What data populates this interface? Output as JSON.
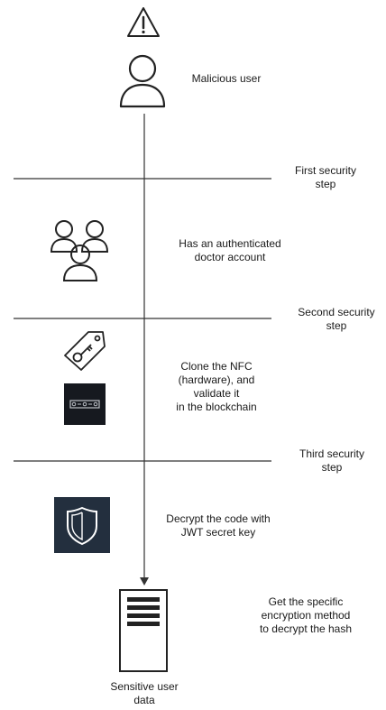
{
  "actors": {
    "malicious_user": "Malicious user"
  },
  "steps": [
    {
      "title_lines": [
        "First security",
        "step"
      ]
    },
    {
      "title_lines": [
        "Second security",
        "step"
      ]
    },
    {
      "title_lines": [
        "Third security",
        "step"
      ]
    }
  ],
  "actions": {
    "authenticated_account": [
      "Has an authenticated",
      "doctor account"
    ],
    "clone_nfc": [
      "Clone the NFC",
      "(hardware), and",
      "validate it",
      "in the blockchain"
    ],
    "decrypt_code": [
      "Decrypt the code with",
      "JWT secret key"
    ],
    "encryption_method": [
      "Get the specific",
      "encryption method",
      "to decrypt the hash"
    ]
  },
  "target": {
    "label_lines": [
      "Sensitive user",
      "data"
    ]
  },
  "icons": {
    "warning": "warning-icon",
    "user": "user-icon",
    "group": "group-icon",
    "key_tag": "key-tag-icon",
    "nfc_chip": "nfc-chip-icon",
    "shield": "shield-icon",
    "server": "server-icon"
  },
  "colors": {
    "line": "#333333",
    "icon_stroke": "#222222",
    "dark_tile": "#232f3e",
    "chip_fill": "#16191f"
  }
}
